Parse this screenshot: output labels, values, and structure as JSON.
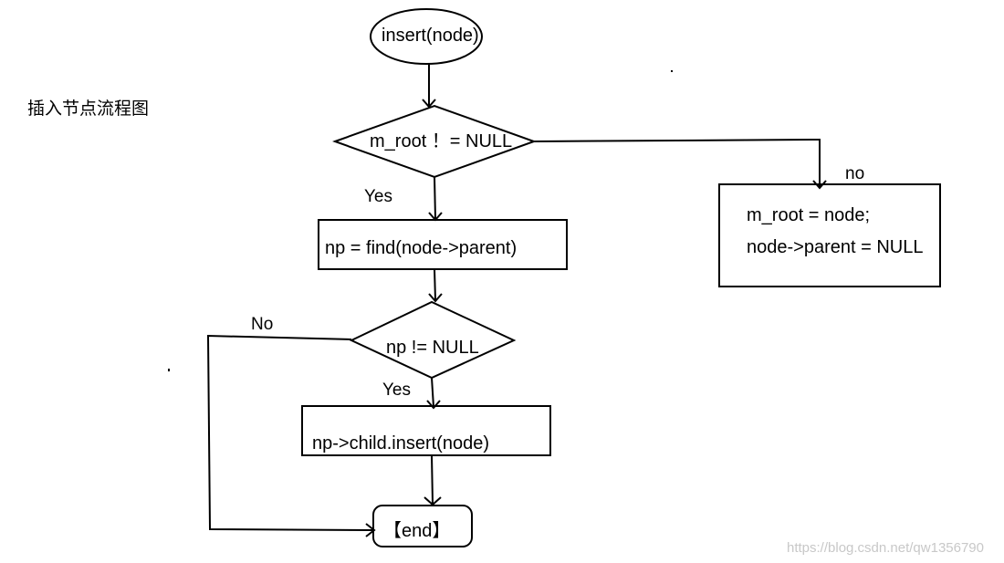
{
  "page_title": "插入节点流程图",
  "nodes": {
    "start": "insert(node)",
    "cond_root": "m_root ！= NULL",
    "find_parent": "np = find(node->parent)",
    "cond_np": "np != NULL",
    "child_insert": "np->child.insert(node)",
    "set_root_line1": "m_root = node;",
    "set_root_line2": "node->parent = NULL",
    "end": "【end】"
  },
  "edge_labels": {
    "root_yes": "Yes",
    "root_no": "no",
    "np_yes": "Yes",
    "np_no": "No"
  },
  "watermark": "https://blog.csdn.net/qw1356790",
  "colors": {
    "stroke": "#000000",
    "background": "#ffffff",
    "watermark": "#c8c8c8"
  }
}
